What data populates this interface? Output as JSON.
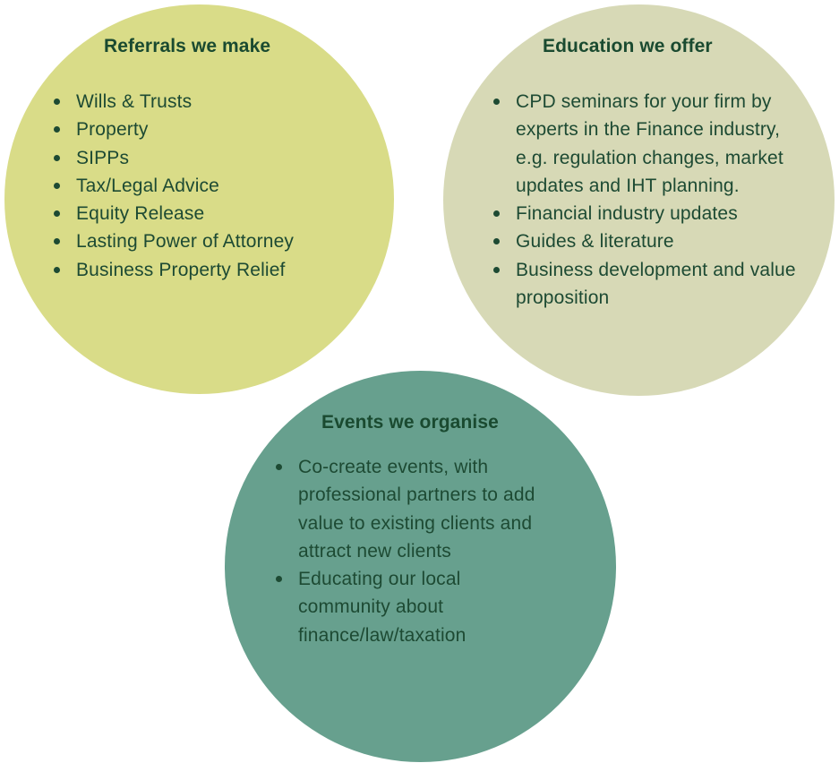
{
  "referrals": {
    "title": "Referrals we make",
    "color": "#d9dc88",
    "items": [
      "Wills & Trusts",
      "Property",
      "SIPPs",
      "Tax/Legal Advice",
      "Equity Release",
      "Lasting Power of Attorney",
      "Business Property Relief"
    ]
  },
  "education": {
    "title": "Education we offer",
    "color": "#d7d9b6",
    "items": [
      "CPD seminars for your firm by experts in the Finance industry, e.g. regulation changes, market updates and IHT planning.",
      "Financial industry updates",
      "Guides & literature",
      "Business development and value proposition"
    ]
  },
  "events": {
    "title": "Events we organise",
    "color": "#67a08e",
    "items": [
      "Co-create events, with professional partners to add value to existing clients and attract new clients",
      "Educating our local community about finance/law/taxation"
    ]
  },
  "text_color": "#1d4a33"
}
